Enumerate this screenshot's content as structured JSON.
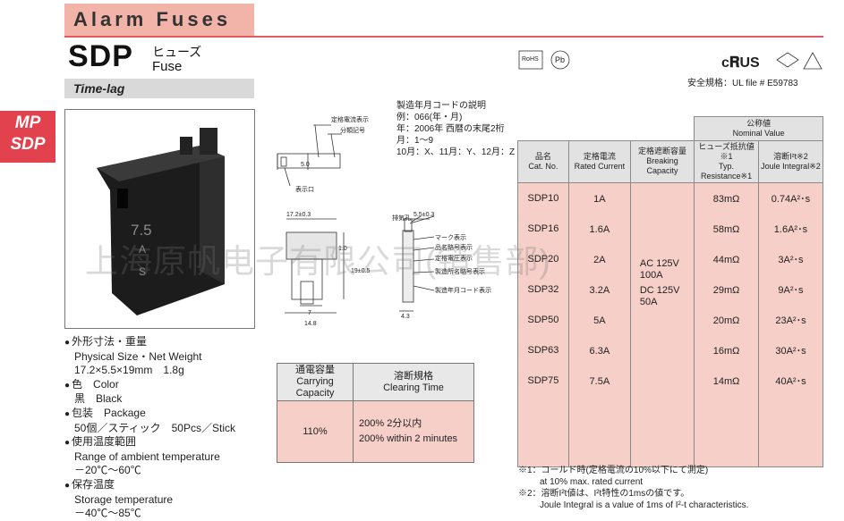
{
  "header": {
    "section_title": "Alarm Fuses",
    "model": "SDP",
    "model_jp": "ヒューズ",
    "model_en": "Fuse",
    "subtitle": "Time-lag",
    "side_tag_line1": "MP",
    "side_tag_line2": "SDP"
  },
  "certifications": {
    "rohs": "RoHS",
    "pb": "Pb",
    "ul_file": "安全規格：UL file # E59783"
  },
  "date_code_legend": {
    "line1": "製造年月コードの説明",
    "line2": "例：066(年・月)",
    "line3": "年：2006年 西暦の末尾2桁",
    "line4": "月：1～9",
    "line5": "10月：X、11月：Y、12月：Z"
  },
  "drawing": {
    "label_rated_current": "定格電流表示",
    "label_fuse_code": "分類記号",
    "label_display_port": "表示口",
    "dim_top_height": "5.0",
    "dim_width": "17.2±0.3",
    "dim_thickness": "5.5±0.3",
    "dim_height": "19±0.5",
    "dim_pin": "1.0",
    "dim_7": "7",
    "dim_14_8": "14.8",
    "dim_4_3": "4.3",
    "label_vent": "排気孔",
    "label_mark": "マーク表示",
    "label_name_code": "品名略号表示",
    "label_rated_voltage": "定格電圧表示",
    "label_maker_code": "製造所名略号表示",
    "label_date_code": "製造年月コード表示",
    "product_marking_1": "7.5",
    "product_marking_2": "A",
    "product_marking_3": "S"
  },
  "specs": [
    {
      "bullet": "●",
      "jp": "外形寸法・重量",
      "en": "Physical Size・Net Weight",
      "value": "17.2×5.5×19mm　1.8g"
    },
    {
      "bullet": "●",
      "jp": "色　Color",
      "en": "",
      "value": "黒　Black"
    },
    {
      "bullet": "●",
      "jp": "包装　Package",
      "en": "",
      "value": "50個／スティック　50Pcs／Stick"
    },
    {
      "bullet": "●",
      "jp": "使用温度範囲",
      "en": "Range of ambient temperature",
      "value": "－20℃～60℃"
    },
    {
      "bullet": "●",
      "jp": "保存温度",
      "en": "Storage temperature",
      "value": "－40℃～85℃"
    }
  ],
  "capacity_table": {
    "h1_jp": "通電容量",
    "h1_en": "Carrying Capacity",
    "h2_jp": "溶断規格",
    "h2_en": "Clearing Time",
    "capacity": "110%",
    "clearing_jp": "200% 2分以内",
    "clearing_en": "200% within 2 minutes"
  },
  "main_table": {
    "nominal_jp": "公称値",
    "nominal_en": "Nominal Value",
    "col_catno_jp": "品名",
    "col_catno_en": "Cat. No.",
    "col_current_jp": "定格電流",
    "col_current_en": "Rated Current",
    "col_breaking_jp": "定格遮断容量",
    "col_breaking_en": "Breaking Capacity",
    "col_resist_jp": "ヒューズ抵抗値※1",
    "col_resist_en": "Typ. Resistance※1",
    "col_joule_jp": "溶断I²t※2",
    "col_joule_en": "Joule Integral※2",
    "breaking_ac": "AC 125V",
    "breaking_ac_a": "100A",
    "breaking_dc": "DC 125V",
    "breaking_dc_a": "50A",
    "rows": [
      {
        "cat": "SDP10",
        "current": "1A",
        "resist": "83mΩ",
        "joule": "0.74A²･s"
      },
      {
        "cat": "SDP16",
        "current": "1.6A",
        "resist": "58mΩ",
        "joule": "1.6A²･s"
      },
      {
        "cat": "SDP20",
        "current": "2A",
        "resist": "44mΩ",
        "joule": "3A²･s"
      },
      {
        "cat": "SDP32",
        "current": "3.2A",
        "resist": "29mΩ",
        "joule": "9A²･s"
      },
      {
        "cat": "SDP50",
        "current": "5A",
        "resist": "20mΩ",
        "joule": "23A²･s"
      },
      {
        "cat": "SDP63",
        "current": "6.3A",
        "resist": "16mΩ",
        "joule": "30A²･s"
      },
      {
        "cat": "SDP75",
        "current": "7.5A",
        "resist": "14mΩ",
        "joule": "40A²･s"
      }
    ]
  },
  "notes": {
    "n1_jp": "※1：コールド時(定格電流の10%以下にて測定)",
    "n1_en": "at 10% max. rated current",
    "n2_jp": "※2：溶断I²t値は、I²t特性の1msの値です。",
    "n2_en": "Joule Integral is a value of 1ms of I²-t characteristics."
  },
  "watermark": "上海原帆电子有限公司(销售部)"
}
